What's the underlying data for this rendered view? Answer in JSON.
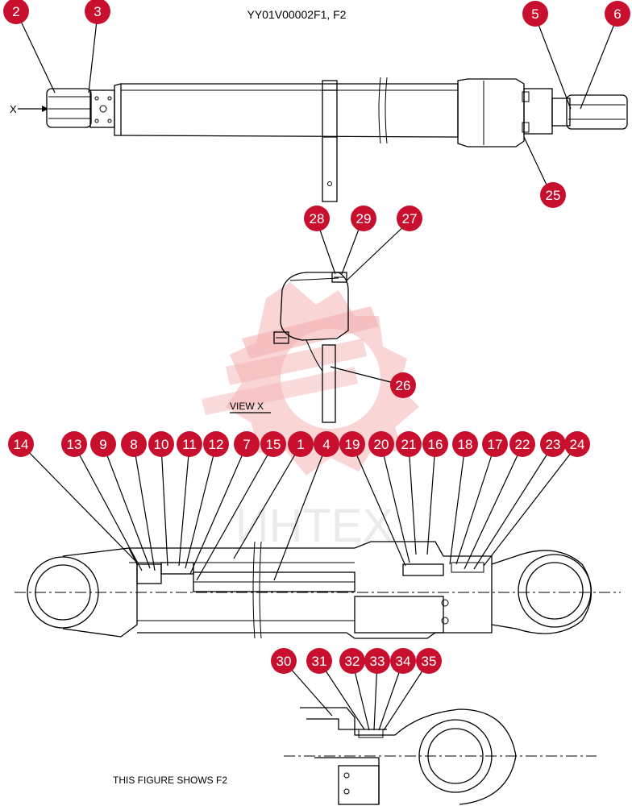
{
  "header": {
    "drawing_code": "YY01V00002F1, F2"
  },
  "view_arrow_label": "X",
  "view_caption": "VIEW  X",
  "figure_note": "THIS FIGURE SHOWS  F2",
  "watermark_text": "ИНТЕХ",
  "colors": {
    "callout": "#c8102e",
    "watermark": "#f3a9a9"
  },
  "callouts": [
    {
      "id": "c2",
      "label": "2"
    },
    {
      "id": "c3",
      "label": "3"
    },
    {
      "id": "c5",
      "label": "5"
    },
    {
      "id": "c6",
      "label": "6"
    },
    {
      "id": "c25",
      "label": "25"
    },
    {
      "id": "c28",
      "label": "28"
    },
    {
      "id": "c29",
      "label": "29"
    },
    {
      "id": "c27",
      "label": "27"
    },
    {
      "id": "c26",
      "label": "26"
    },
    {
      "id": "c14",
      "label": "14"
    },
    {
      "id": "c13",
      "label": "13"
    },
    {
      "id": "c9",
      "label": "9"
    },
    {
      "id": "c8",
      "label": "8"
    },
    {
      "id": "c10",
      "label": "10"
    },
    {
      "id": "c11",
      "label": "11"
    },
    {
      "id": "c12",
      "label": "12"
    },
    {
      "id": "c7",
      "label": "7"
    },
    {
      "id": "c15",
      "label": "15"
    },
    {
      "id": "c1",
      "label": "1"
    },
    {
      "id": "c4",
      "label": "4"
    },
    {
      "id": "c19",
      "label": "19"
    },
    {
      "id": "c20",
      "label": "20"
    },
    {
      "id": "c21",
      "label": "21"
    },
    {
      "id": "c16",
      "label": "16"
    },
    {
      "id": "c18",
      "label": "18"
    },
    {
      "id": "c17",
      "label": "17"
    },
    {
      "id": "c22",
      "label": "22"
    },
    {
      "id": "c23",
      "label": "23"
    },
    {
      "id": "c24",
      "label": "24"
    },
    {
      "id": "c30",
      "label": "30"
    },
    {
      "id": "c31",
      "label": "31"
    },
    {
      "id": "c32",
      "label": "32"
    },
    {
      "id": "c33",
      "label": "33"
    },
    {
      "id": "c34",
      "label": "34"
    },
    {
      "id": "c35",
      "label": "35"
    }
  ]
}
